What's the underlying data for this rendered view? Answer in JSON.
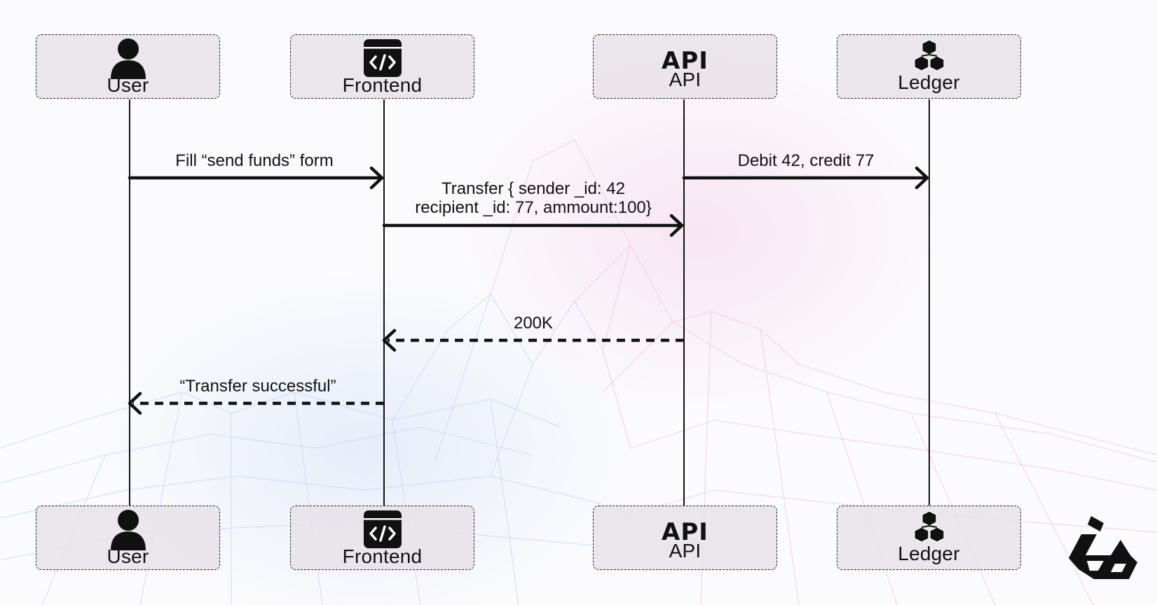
{
  "participants": {
    "user": {
      "label": "User",
      "icon": "user-icon"
    },
    "frontend": {
      "label": "Frontend",
      "icon": "code-window-icon"
    },
    "api": {
      "label": "API",
      "icon": "api-wordmark-icon",
      "icon_text": "API"
    },
    "ledger": {
      "label": "Ledger",
      "icon": "ledger-blocks-icon"
    }
  },
  "messages": {
    "fill_form": {
      "text": "Fill “send funds” form",
      "style": "solid"
    },
    "transfer": {
      "line1": "Transfer { sender _id: 42",
      "line2": "recipient _id: 77, ammount:100}",
      "style": "solid"
    },
    "debit_credit": {
      "text": "Debit 42, credit 77",
      "style": "solid"
    },
    "ok_200": {
      "text": "200K",
      "style": "dashed"
    },
    "transfer_successful": {
      "text": "“Transfer successful”",
      "style": "dashed"
    }
  },
  "colors": {
    "stroke": "#111111",
    "box_fill": "#e8e2e8",
    "grid_blue": "#c9d6f0",
    "grid_pink": "#ecc9e0"
  }
}
